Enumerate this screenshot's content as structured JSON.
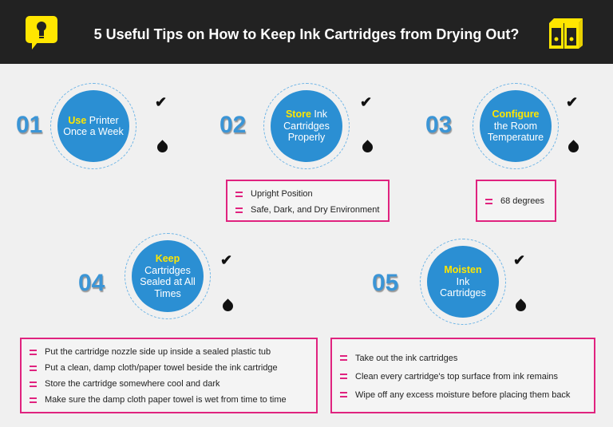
{
  "header": {
    "title": "5 Useful Tips on How to Keep Ink Cartridges from Drying Out?"
  },
  "tips": [
    {
      "number": "01",
      "highlight": "Use",
      "text": "Printer Once a Week",
      "items": []
    },
    {
      "number": "02",
      "highlight": "Store",
      "text": "Ink Cartridges Properly",
      "items": [
        "Upright Position",
        "Safe, Dark, and Dry Environment"
      ]
    },
    {
      "number": "03",
      "highlight": "Configure",
      "text": "the Room Temperature",
      "items": [
        "68 degrees"
      ]
    },
    {
      "number": "04",
      "highlight": "Keep",
      "text": "Cartridges Sealed at All Times",
      "items": [
        "Put the cartridge nozzle side up inside a sealed plastic tub",
        "Put a clean, damp cloth/paper towel beside the ink cartridge",
        "Store the cartridge somewhere cool and dark",
        "Make sure the damp cloth paper towel is wet from time to time"
      ]
    },
    {
      "number": "05",
      "highlight": "Moisten",
      "text": "Ink Cartridges",
      "items": [
        "Take out the ink cartridges",
        "Clean every cartridge's top surface from ink remains",
        "Wipe off any excess moisture before placing them back"
      ]
    }
  ],
  "colors": {
    "header": "#222222",
    "circle": "#2b8fd3",
    "highlight": "#ffe600",
    "accent": "#e0237f",
    "icon": "#ffe600"
  }
}
